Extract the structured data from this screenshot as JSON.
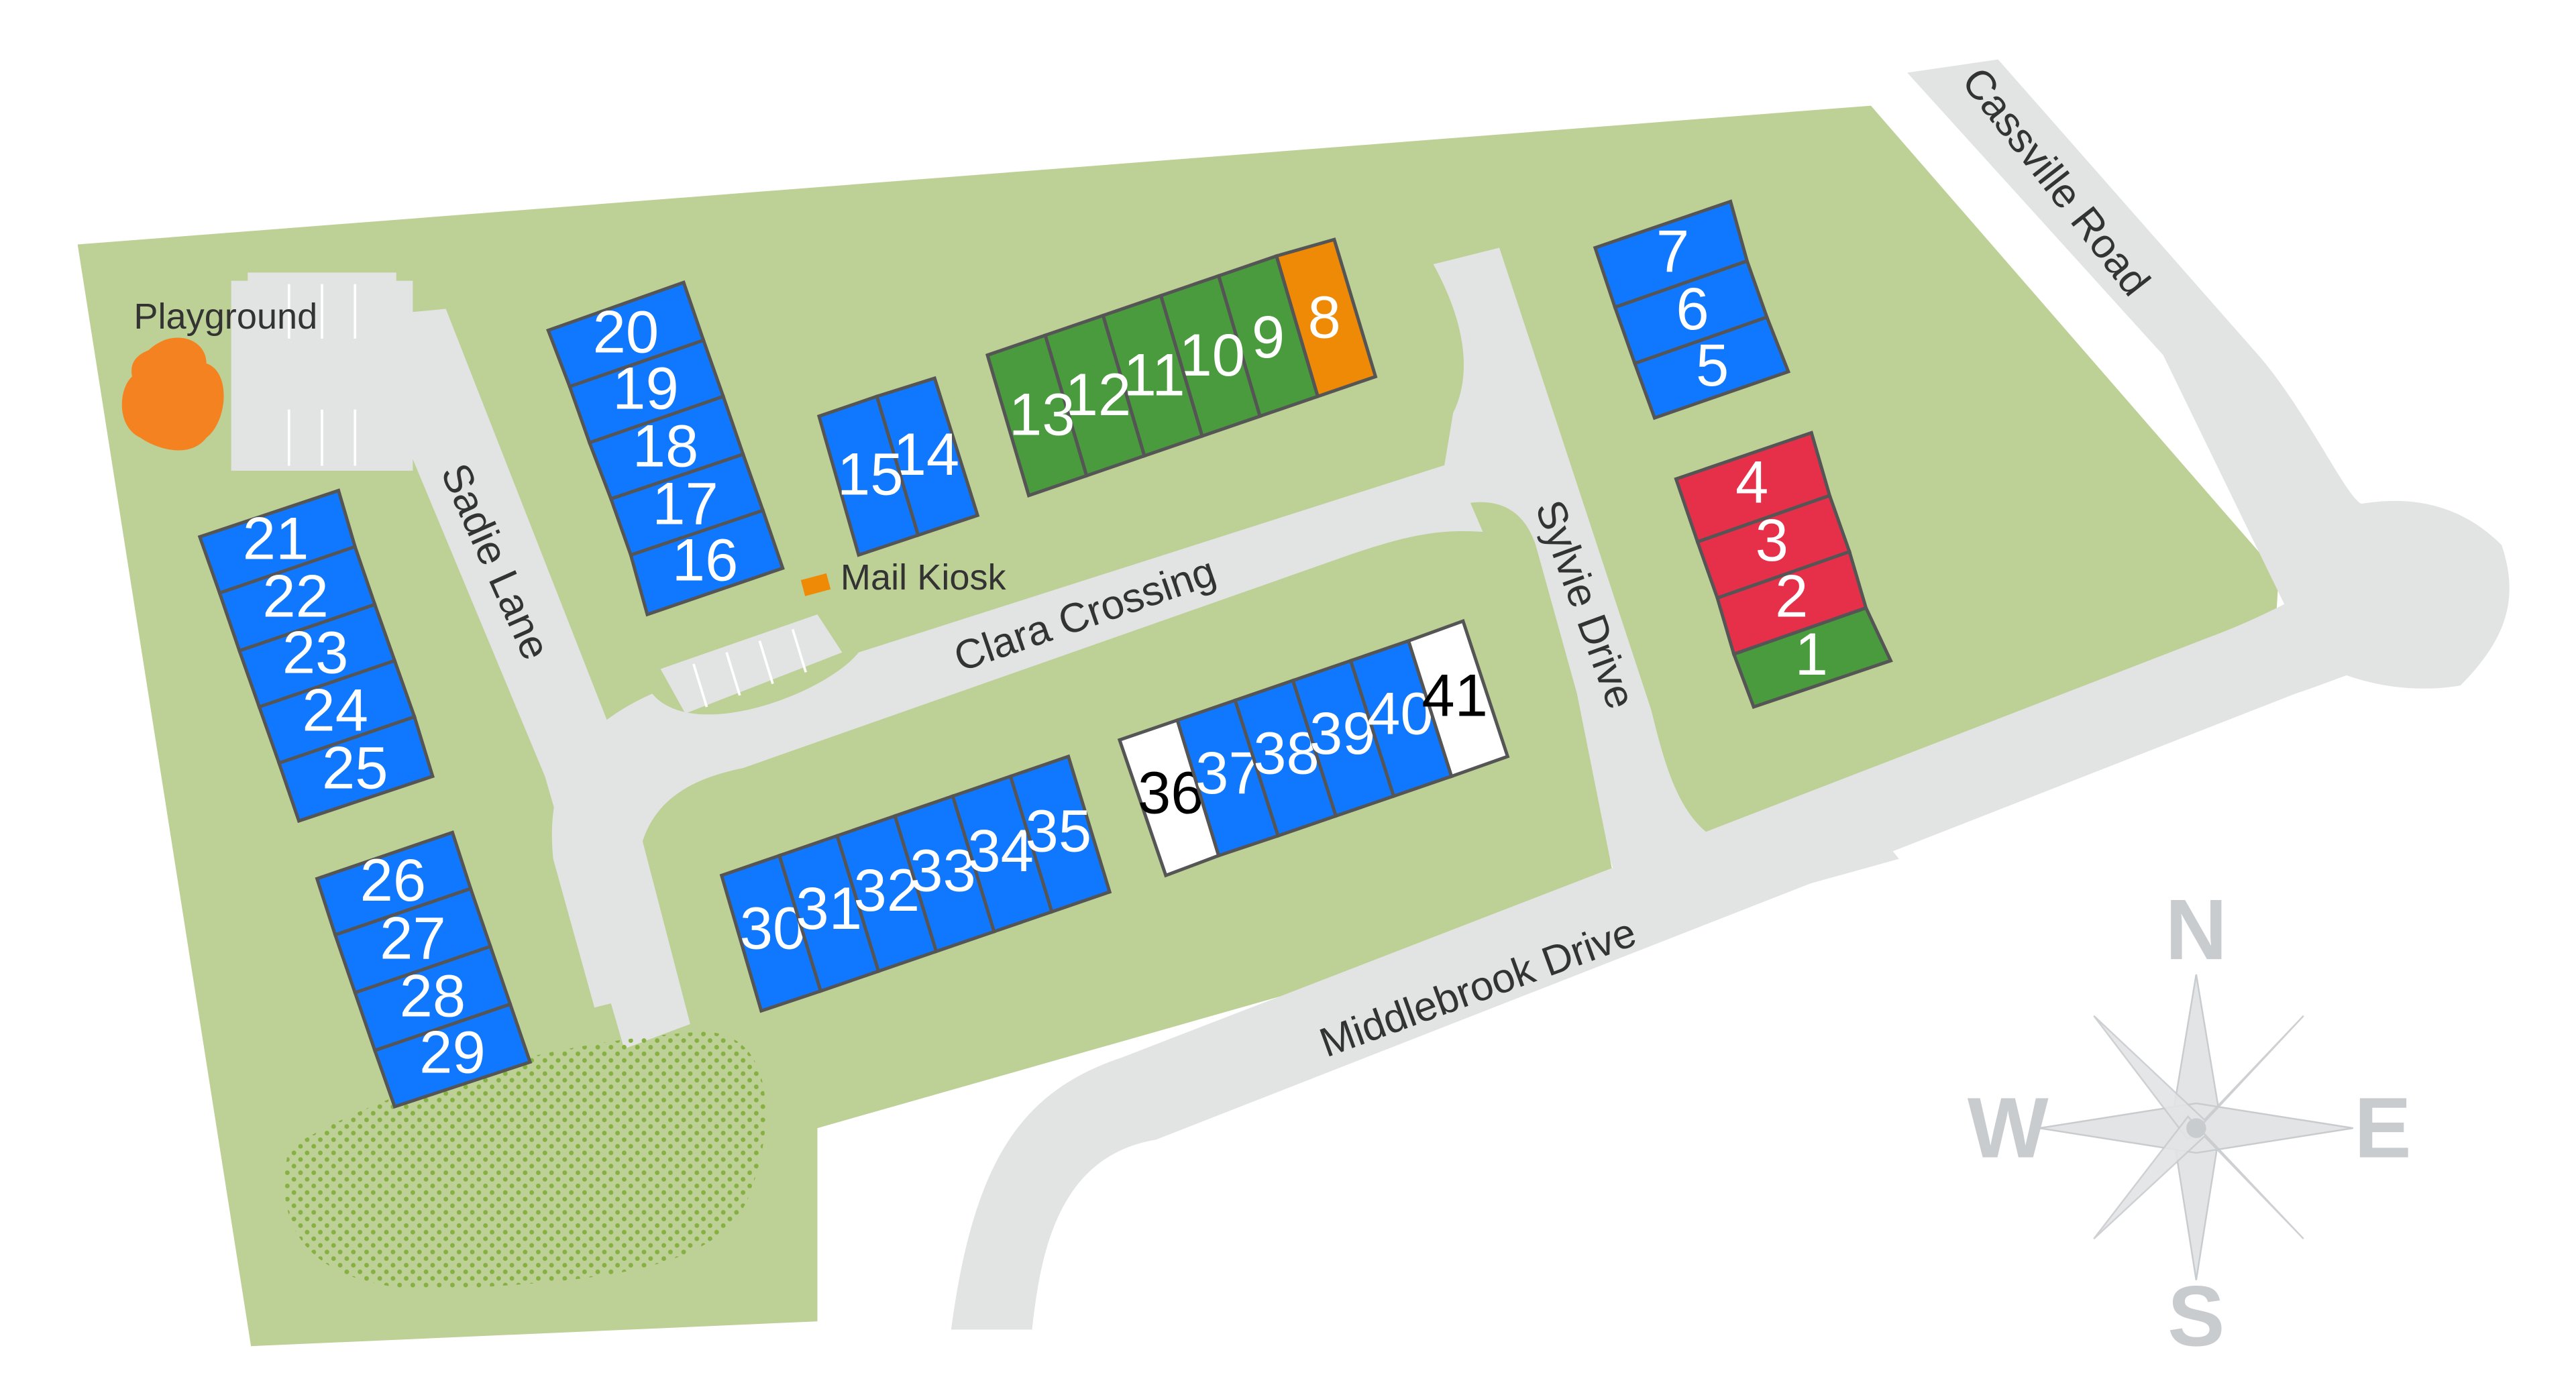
{
  "colors": {
    "available": "#0f78ff",
    "model_home": "#4a9a3e",
    "sold": "#ef8a06",
    "reserved": "#e6304a",
    "unreleased": "#ffffff",
    "grass": "#bdd095",
    "road": "#e2e3e3",
    "trees": "#86b042",
    "playground": "#f58220",
    "compass": "#e2e4e6"
  },
  "poi": {
    "playground": "Playground",
    "mail_kiosk": "Mail Kiosk"
  },
  "streets": {
    "sadie": "Sadie Lane",
    "clara": "Clara Crossing",
    "sylvie": "Sylvie Drive",
    "middlebrook": "Middlebrook Drive",
    "cassville": "Cassville Road"
  },
  "compass": {
    "n": "N",
    "s": "S",
    "e": "E",
    "w": "W"
  },
  "lots": [
    {
      "number": "1",
      "status": "model_home"
    },
    {
      "number": "2",
      "status": "reserved"
    },
    {
      "number": "3",
      "status": "reserved"
    },
    {
      "number": "4",
      "status": "reserved"
    },
    {
      "number": "5",
      "status": "available"
    },
    {
      "number": "6",
      "status": "available"
    },
    {
      "number": "7",
      "status": "available"
    },
    {
      "number": "8",
      "status": "sold"
    },
    {
      "number": "9",
      "status": "model_home"
    },
    {
      "number": "10",
      "status": "model_home"
    },
    {
      "number": "11",
      "status": "model_home"
    },
    {
      "number": "12",
      "status": "model_home"
    },
    {
      "number": "13",
      "status": "model_home"
    },
    {
      "number": "14",
      "status": "available"
    },
    {
      "number": "15",
      "status": "available"
    },
    {
      "number": "16",
      "status": "available"
    },
    {
      "number": "17",
      "status": "available"
    },
    {
      "number": "18",
      "status": "available"
    },
    {
      "number": "19",
      "status": "available"
    },
    {
      "number": "20",
      "status": "available"
    },
    {
      "number": "21",
      "status": "available"
    },
    {
      "number": "22",
      "status": "available"
    },
    {
      "number": "23",
      "status": "available"
    },
    {
      "number": "24",
      "status": "available"
    },
    {
      "number": "25",
      "status": "available"
    },
    {
      "number": "26",
      "status": "available"
    },
    {
      "number": "27",
      "status": "available"
    },
    {
      "number": "28",
      "status": "available"
    },
    {
      "number": "29",
      "status": "available"
    },
    {
      "number": "30",
      "status": "available"
    },
    {
      "number": "31",
      "status": "available"
    },
    {
      "number": "32",
      "status": "available"
    },
    {
      "number": "33",
      "status": "available"
    },
    {
      "number": "34",
      "status": "available"
    },
    {
      "number": "35",
      "status": "available"
    },
    {
      "number": "36",
      "status": "unreleased"
    },
    {
      "number": "37",
      "status": "available"
    },
    {
      "number": "38",
      "status": "available"
    },
    {
      "number": "39",
      "status": "available"
    },
    {
      "number": "40",
      "status": "available"
    },
    {
      "number": "41",
      "status": "unreleased"
    }
  ]
}
